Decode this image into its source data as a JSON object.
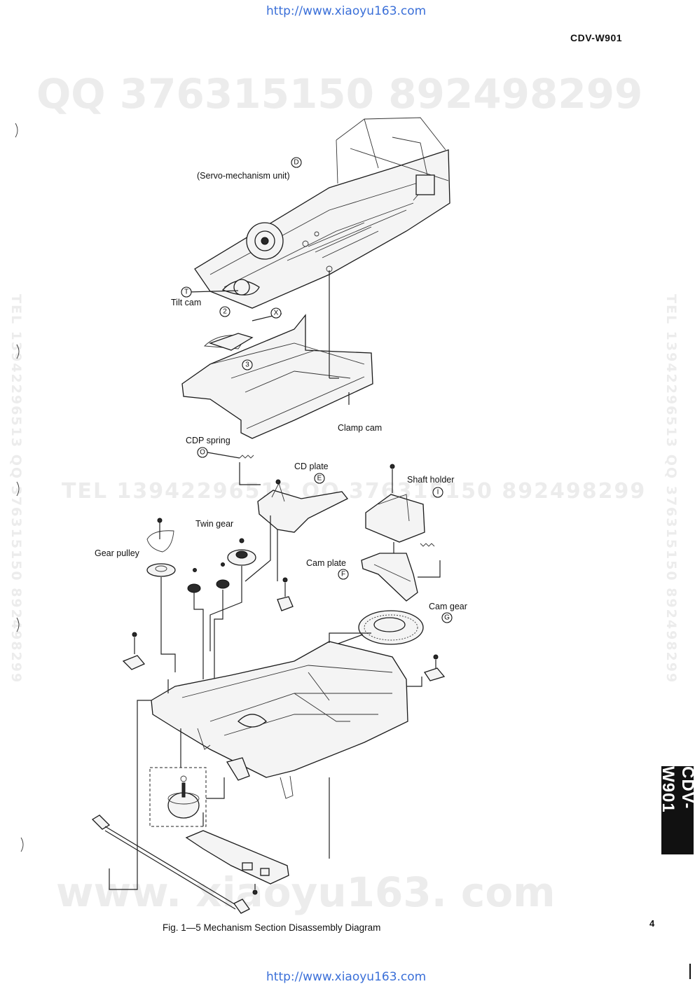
{
  "header": {
    "url_top": "http://www.xiaoyu163.com",
    "model": "CDV-W901"
  },
  "watermarks": {
    "top": "QQ 376315150   892498299",
    "middle": "TEL 13942296513   QQ 376315150   892498299",
    "left_vertical": "TEL 13942296513  QQ 376315150  892498299",
    "right_vertical": "TEL 13942296513  QQ 376315150  892498299",
    "bottom": "www. xiaoyu163. com"
  },
  "diagram": {
    "labels": {
      "servo_unit": "(Servo-mechanism unit)",
      "tilt_cam": "Tilt cam",
      "clamp_cam": "Clamp cam",
      "cdp_spring": "CDP spring",
      "cd_plate": "CD plate",
      "shaft_holder": "Shaft holder",
      "twin_gear": "Twin gear",
      "gear_pulley": "Gear pulley",
      "cam_plate": "Cam plate",
      "cam_gear": "Cam gear"
    },
    "markers": {
      "d": "D",
      "t": "T",
      "two": "2",
      "x": "X",
      "three": "3",
      "o": "O",
      "e": "E",
      "i": "I",
      "f": "F",
      "g": "G"
    }
  },
  "side_tab": "CDV-W901",
  "caption": "Fig. 1—5  Mechanism Section Disassembly Diagram",
  "page_number": "4",
  "footer": {
    "url_bottom": "http://www.xiaoyu163.com"
  }
}
